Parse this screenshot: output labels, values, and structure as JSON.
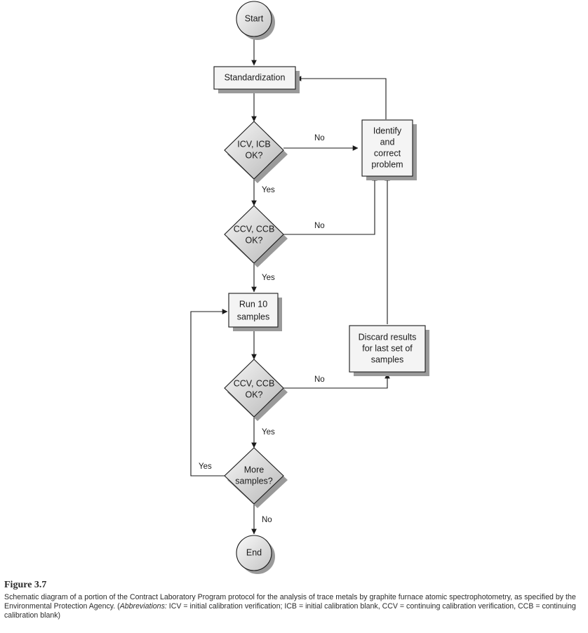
{
  "nodes": {
    "start": "Start",
    "standardization": "Standardization",
    "icv_icb": [
      "ICV, ICB",
      "OK?"
    ],
    "identify": [
      "Identify",
      "and",
      "correct",
      "problem"
    ],
    "ccv_ccb_1": [
      "CCV, CCB",
      "OK?"
    ],
    "run_samples": [
      "Run 10",
      "samples"
    ],
    "discard": [
      "Discard results",
      "for last set of",
      "samples"
    ],
    "ccv_ccb_2": [
      "CCV, CCB",
      "OK?"
    ],
    "more_samples": [
      "More",
      "samples?"
    ],
    "end": "End"
  },
  "edges": {
    "icv_no": "No",
    "icv_yes": "Yes",
    "ccv1_no": "No",
    "ccv1_yes": "Yes",
    "ccv2_no": "No",
    "ccv2_yes": "Yes",
    "more_yes": "Yes",
    "more_no": "No"
  },
  "caption": {
    "label": "Figure 3.7",
    "text_before": "Schematic diagram of a portion of the Contract Laboratory Program protocol for the analysis of trace metals by graphite furnace atomic spectrophotometry, as specified by the Environmental Protection Agency. (",
    "abbrev_label": "Abbreviations:",
    "text_after": " ICV = initial calibration verification; ICB = initial calibration blank, CCV = continuing calibration verification, CCB = continuing calibration blank)"
  },
  "colors": {
    "shape_light": "#f2f2f2",
    "shape_dark": "#bdbdbd",
    "shadow": "#9a9a9a",
    "line": "#1a1a1a"
  }
}
